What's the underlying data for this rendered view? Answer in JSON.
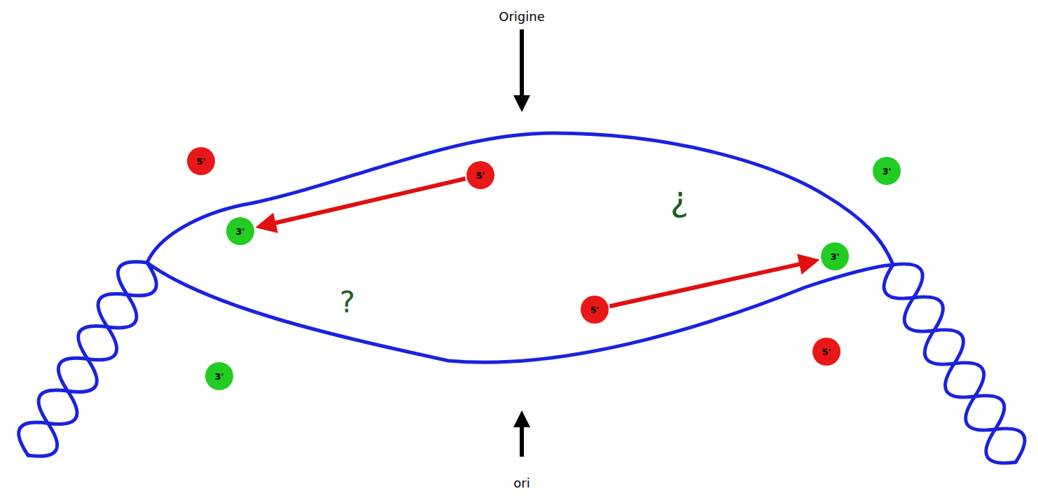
{
  "diagram": {
    "nodes": [
      {
        "text": [
          "5'"
        ]
      },
      {
        "text": [
          "3'"
        ]
      },
      {
        "text": [
          "5'"
        ]
      },
      {
        "text": [
          "3'"
        ]
      },
      {
        "text": [
          "3'"
        ]
      },
      {
        "text": [
          "5'"
        ]
      },
      {
        "text": [
          "5'"
        ]
      },
      {
        "text": [
          "3'"
        ]
      }
    ],
    "edges": [
      {
        "from": 2,
        "to": 3,
        "arrow": "to"
      },
      {
        "from": 5,
        "to": 4,
        "arrow": "to"
      }
    ],
    "labels": [
      "Origine",
      "¿",
      "?",
      "ori"
    ]
  }
}
